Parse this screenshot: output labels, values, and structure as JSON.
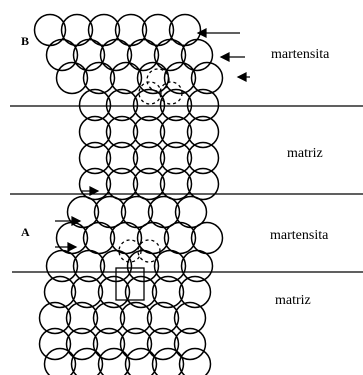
{
  "regions": [
    {
      "id": "B",
      "phase": "martensita"
    },
    {
      "id": "",
      "phase": "matriz"
    },
    {
      "id": "A",
      "phase": "martensita"
    },
    {
      "id": "",
      "phase": "matriz"
    }
  ],
  "letters": {
    "top": "B",
    "bottom": "A"
  },
  "colors": {
    "ink": "#000000",
    "background": "#ffffff"
  }
}
